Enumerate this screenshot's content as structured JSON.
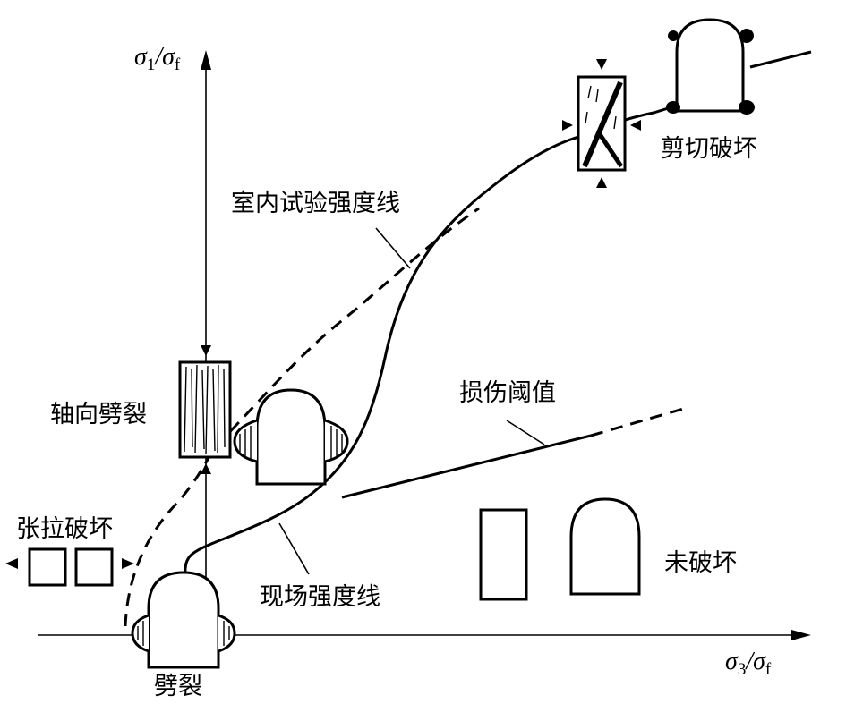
{
  "axes": {
    "y_label_main": "σ",
    "y_label_sub1": "1",
    "y_label_slash": "/σ",
    "y_label_sub2": "f",
    "x_label_main": "σ",
    "x_label_sub1": "3",
    "x_label_slash": "/σ",
    "x_label_sub2": "f"
  },
  "labels": {
    "lab_strength_line": "室内试验强度线",
    "field_strength_line": "现场强度线",
    "damage_threshold": "损伤阈值",
    "shear_failure": "剪切破坏",
    "axial_splitting": "轴向劈裂",
    "tensile_failure": "张拉破坏",
    "splitting": "劈裂",
    "no_failure": "未破坏"
  }
}
